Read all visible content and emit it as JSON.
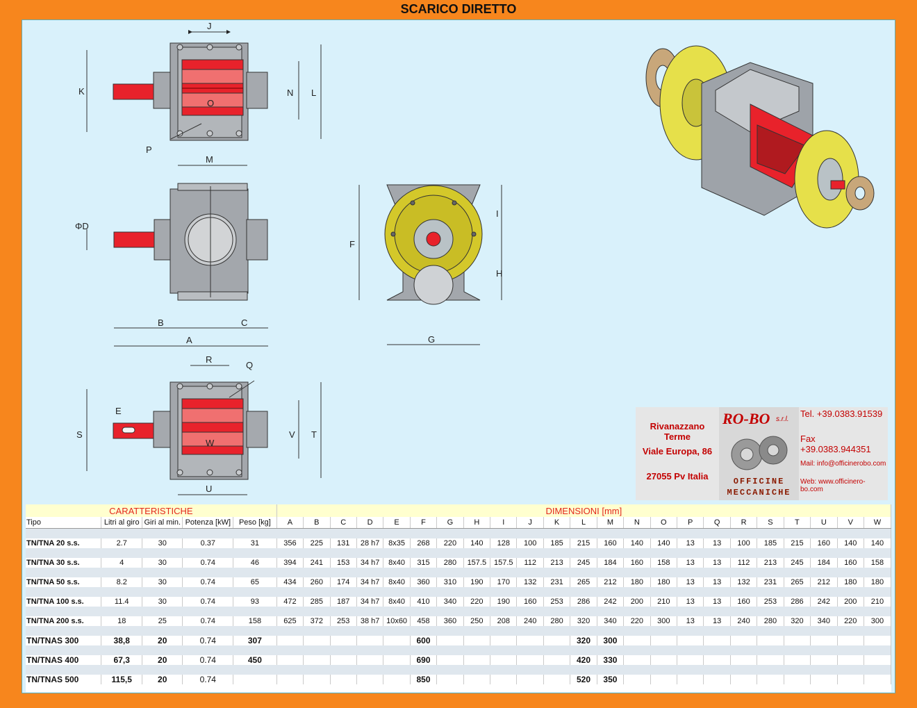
{
  "title": "SCARICO  DIRETTO",
  "drawing_labels": {
    "J": "J",
    "K": "K",
    "N": "N",
    "L": "L",
    "O": "O",
    "P": "P",
    "M": "M",
    "D": "ΦD",
    "B": "B",
    "C": "C",
    "A": "A",
    "F": "F",
    "I": "I",
    "H": "H",
    "G": "G",
    "R": "R",
    "Q": "Q",
    "E": "E",
    "S": "S",
    "V": "V",
    "T": "T",
    "W": "W",
    "U": "U"
  },
  "company": {
    "address_lines": [
      "Rivanazzano Terme",
      "Viale Europa, 86",
      "27055  Pv  Italia"
    ],
    "name": "RO-BO",
    "suffix": "s.r.l.",
    "officine": "OFFICINE",
    "meccaniche": "MECCANICHE",
    "tel": "Tel. +39.0383.91539",
    "fax": "Fax +39.0383.944351",
    "mail": "Mail: info@officinerobo.com",
    "web": "Web: www.officinero-bo.com"
  },
  "table": {
    "caratteristiche": "CARATTERISTICHE",
    "dimensioni": "DIMENSIONI [mm]",
    "headers": [
      "Tipo",
      "Litri al giro",
      "Giri al min.",
      "Potenza [kW]",
      "Peso [kg]",
      "A",
      "B",
      "C",
      "D",
      "E",
      "F",
      "G",
      "H",
      "I",
      "J",
      "K",
      "L",
      "M",
      "N",
      "O",
      "P",
      "Q",
      "R",
      "S",
      "T",
      "U",
      "V",
      "W"
    ],
    "rows": [
      [
        "TN/TNA 20 s.s.",
        "2.7",
        "30",
        "0.37",
        "31",
        "356",
        "225",
        "131",
        "28 h7",
        "8x35",
        "268",
        "220",
        "140",
        "128",
        "100",
        "185",
        "215",
        "160",
        "140",
        "140",
        "13",
        "13",
        "100",
        "185",
        "215",
        "160",
        "140",
        "140"
      ],
      [
        "TN/TNA 30 s.s.",
        "4",
        "30",
        "0.74",
        "46",
        "394",
        "241",
        "153",
        "34 h7",
        "8x40",
        "315",
        "280",
        "157.5",
        "157.5",
        "112",
        "213",
        "245",
        "184",
        "160",
        "158",
        "13",
        "13",
        "112",
        "213",
        "245",
        "184",
        "160",
        "158"
      ],
      [
        "TN/TNA 50 s.s.",
        "8.2",
        "30",
        "0.74",
        "65",
        "434",
        "260",
        "174",
        "34 h7",
        "8x40",
        "360",
        "310",
        "190",
        "170",
        "132",
        "231",
        "265",
        "212",
        "180",
        "180",
        "13",
        "13",
        "132",
        "231",
        "265",
        "212",
        "180",
        "180"
      ],
      [
        "TN/TNA 100 s.s.",
        "11.4",
        "30",
        "0.74",
        "93",
        "472",
        "285",
        "187",
        "34 h7",
        "8x40",
        "410",
        "340",
        "220",
        "190",
        "160",
        "253",
        "286",
        "242",
        "200",
        "210",
        "13",
        "13",
        "160",
        "253",
        "286",
        "242",
        "200",
        "210"
      ],
      [
        "TN/TNA 200 s.s.",
        "18",
        "25",
        "0.74",
        "158",
        "625",
        "372",
        "253",
        "38 h7",
        "10x60",
        "458",
        "360",
        "250",
        "208",
        "240",
        "280",
        "320",
        "340",
        "220",
        "300",
        "13",
        "13",
        "240",
        "280",
        "320",
        "340",
        "220",
        "300"
      ]
    ],
    "rows_tnas": [
      [
        "TN/TNAS 300",
        "38,8",
        "20",
        "0.74",
        "307",
        "",
        "",
        "",
        "",
        "",
        "600",
        "",
        "",
        "",
        "",
        "",
        "320",
        "300",
        "",
        "",
        "",
        "",
        "",
        "",
        "",
        "",
        "",
        ""
      ],
      [
        "TN/TNAS 400",
        "67,3",
        "20",
        "0.74",
        "450",
        "",
        "",
        "",
        "",
        "",
        "690",
        "",
        "",
        "",
        "",
        "",
        "420",
        "330",
        "",
        "",
        "",
        "",
        "",
        "",
        "",
        "",
        "",
        ""
      ],
      [
        "TN/TNAS 500",
        "115,5",
        "20",
        "0.74",
        "",
        "",
        "",
        "",
        "",
        "",
        "850",
        "",
        "",
        "",
        "",
        "",
        "520",
        "350",
        "",
        "",
        "",
        "",
        "",
        "",
        "",
        "",
        "",
        ""
      ]
    ]
  },
  "colors": {
    "background": "#f7861d",
    "sheet": "#d9f1fb",
    "red": "#e8222b",
    "body_grey": "#9ea3a9",
    "flange_yellow": "#e6e04a"
  }
}
